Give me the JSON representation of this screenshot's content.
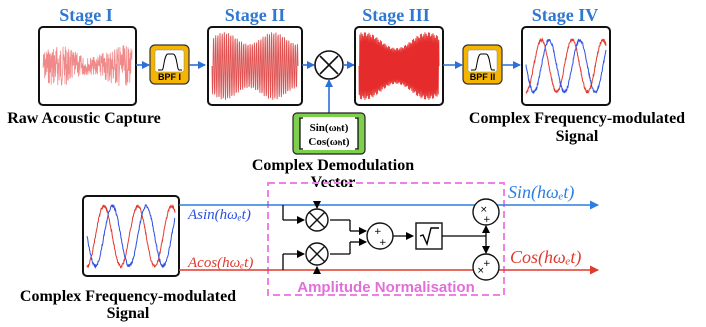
{
  "stages": {
    "stage1": "Stage I",
    "stage2": "Stage II",
    "stage3": "Stage III",
    "stage4": "Stage IV"
  },
  "captions": {
    "raw": "Raw Acoustic Capture",
    "complex_fm_top_line1": "Complex Frequency-modulated",
    "complex_fm_top_line2": "Signal",
    "demod_line1": "Complex Demodulation",
    "demod_line2": "Vector",
    "complex_fm_bottom_line1": "Complex Frequency-modulated",
    "complex_fm_bottom_line2": "Signal"
  },
  "filters": {
    "bpf1": "BPF I",
    "bpf2": "BPF II"
  },
  "demod_vector": {
    "sin": "Sin(ωₕt)",
    "cos": "Cos(ωₕt)"
  },
  "signals": {
    "asin": "Asin(hωₑt)",
    "acos": "Acos(hωₑt)",
    "sin_out": "Sin(hωₑt)",
    "cos_out": "Cos(hωₑt)"
  },
  "normalisation_label": "Amplitude Normalisation",
  "sum_signs": {
    "plus": "+",
    "times": "×"
  },
  "colors": {
    "stage_title": "#2f78d2",
    "signal_blue": "#2b4fe0",
    "signal_red": "#e03a2e",
    "filter_fill": "#f5b400",
    "vector_fill": "#7fcf4f",
    "normalisation_border": "#f080e8",
    "raw_wave": "#f08a8a",
    "dense_wave": "#e03a3a"
  }
}
